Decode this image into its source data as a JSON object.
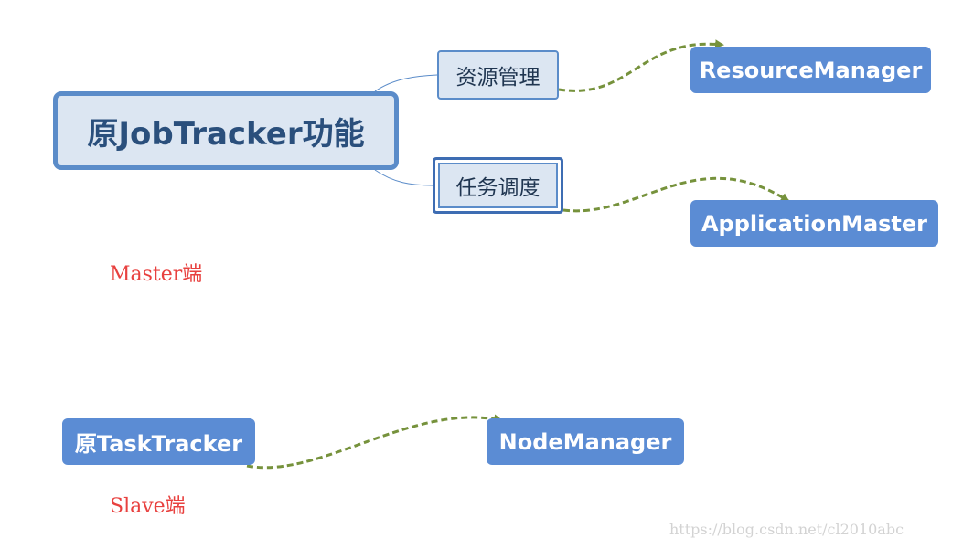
{
  "diagram": {
    "root": {
      "label": "原JobTracker功能"
    },
    "functions": [
      {
        "label": "资源管理"
      },
      {
        "label": "任务调度"
      }
    ],
    "yarn_components": [
      {
        "label": "ResourceManager"
      },
      {
        "label": "ApplicationMaster"
      },
      {
        "label": "NodeManager"
      }
    ],
    "task_tracker": {
      "label": "原TaskTracker"
    },
    "side_labels": {
      "master": "Master端",
      "slave": "Slave端"
    },
    "watermark": "https://blog.csdn.net/cl2010abc",
    "colors": {
      "root_fill": "#dce6f2",
      "root_border": "#5b8cc9",
      "component_fill": "#5b8cd4",
      "arrow": "#76923c",
      "connector": "#5b8cc9",
      "side_label": "#e8413f"
    }
  }
}
